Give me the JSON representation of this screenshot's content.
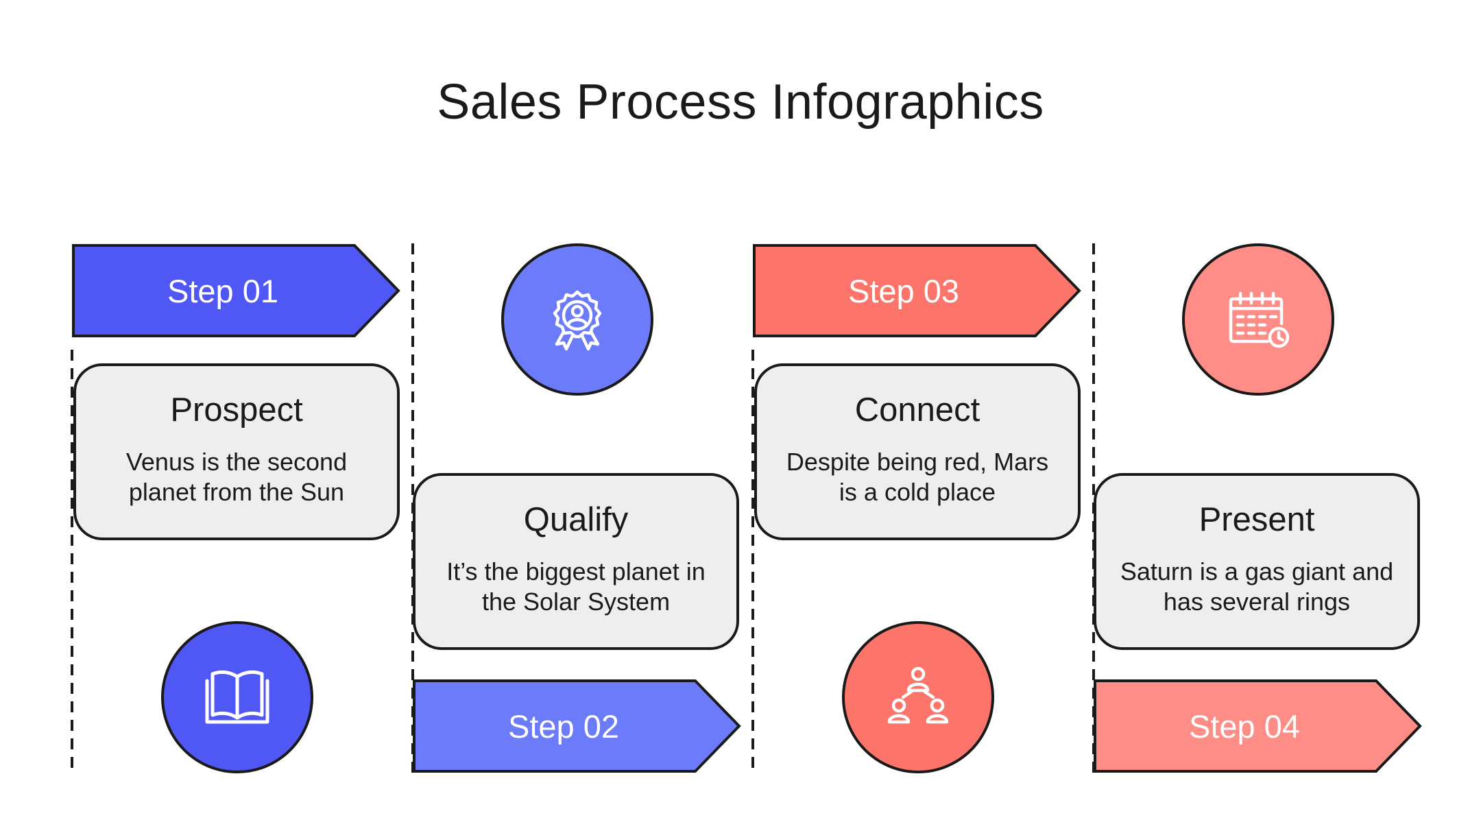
{
  "title": "Sales Process Infographics",
  "colors": {
    "blue_dark": "#4f57f5",
    "blue_light": "#6b7bfa",
    "red_dark": "#fd756a",
    "red_light": "#fd8d86",
    "card_bg": "#eeeeee",
    "outline": "#1a1a1a"
  },
  "steps": [
    {
      "label": "Step 01",
      "heading": "Prospect",
      "description": "Venus is the second planet from the Sun",
      "icon": "open-book-icon"
    },
    {
      "label": "Step 02",
      "heading": "Qualify",
      "description": "It’s the biggest planet in the Solar System",
      "icon": "award-badge-icon"
    },
    {
      "label": "Step 03",
      "heading": "Connect",
      "description": "Despite being red, Mars is a cold place",
      "icon": "network-people-icon"
    },
    {
      "label": "Step 04",
      "heading": "Present",
      "description": "Saturn is a gas giant and has several rings",
      "icon": "calendar-clock-icon"
    }
  ]
}
